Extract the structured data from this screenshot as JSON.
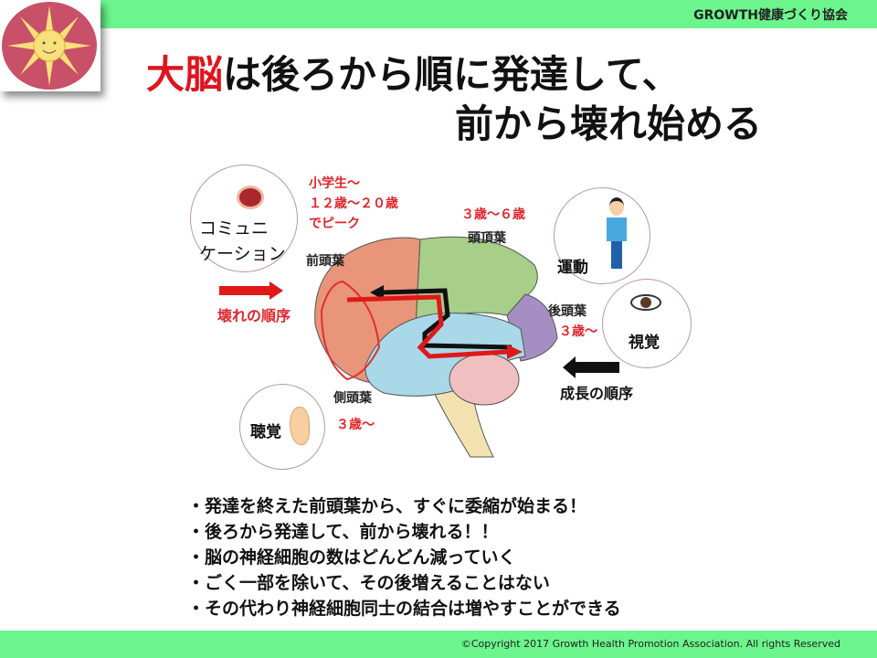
{
  "header": {
    "org": "GROWTH健康づくり協会"
  },
  "title": {
    "highlight": "大脳",
    "line1_rest": "は後ろから順に発達して、",
    "line2": "前から壊れ始める"
  },
  "diagram": {
    "communication": "コミュニ\nケーション",
    "communication_l1": "コミュニ",
    "communication_l2": "ケーション",
    "frontal_age_l1": "小学生〜",
    "frontal_age_l2": "１２歳〜２０歳",
    "frontal_age_l3": "でピーク",
    "frontal": "前頭葉",
    "parietal_age": "３歳〜６歳",
    "parietal": "頭頂葉",
    "motion": "運動",
    "occipital": "後頭葉",
    "occipital_age": "３歳〜",
    "vision": "視覚",
    "destruction_order": "壊れの順序",
    "growth_order": "成長の順序",
    "temporal": "側頭葉",
    "temporal_age": "３歳〜",
    "hearing": "聴覚"
  },
  "bullets": [
    "・発達を終えた前頭葉から、すぐに委縮が始まる！",
    "・後ろから発達して、前から壊れる！！",
    "・脳の神経細胞の数はどんどん減っていく",
    "・ごく一部を除いて、その後増えることはない",
    "・その代わり神経細胞同士の結合は増やすことができる"
  ],
  "footer": {
    "copyright": "©Copyright 2017 Growth Health Promotion Association. All rights Reserved"
  },
  "colors": {
    "bar": "#6cf58c",
    "accent": "#e0141c"
  }
}
